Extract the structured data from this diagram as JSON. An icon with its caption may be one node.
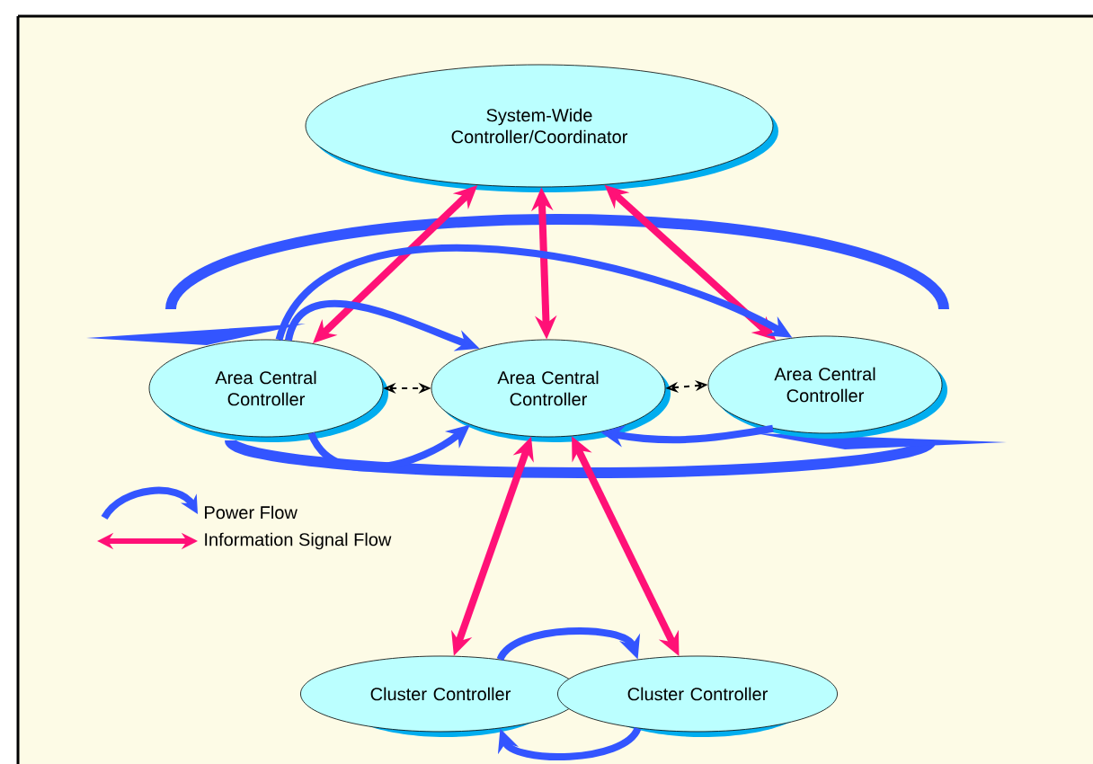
{
  "diagram": {
    "nodes": [
      {
        "text": [
          "System-Wide Controller/Coordinator"
        ]
      },
      {
        "text": [
          "Area Central Controller"
        ]
      },
      {
        "text": [
          "Area Central Controller"
        ]
      },
      {
        "text": [
          "Area Central Controller"
        ]
      },
      {
        "text": [
          "Cluster Controller"
        ]
      },
      {
        "text": [
          "Cluster Controller"
        ]
      }
    ],
    "edges": [
      {
        "from": 0,
        "to": 1,
        "arrow": "both",
        "color": "#ff1177"
      },
      {
        "from": 0,
        "to": 2,
        "arrow": "both",
        "color": "#ff1177"
      },
      {
        "from": 0,
        "to": 3,
        "arrow": "both",
        "color": "#ff1177"
      },
      {
        "from": 2,
        "to": 4,
        "arrow": "both",
        "color": "#ff1177"
      },
      {
        "from": 2,
        "to": 5,
        "arrow": "both",
        "color": "#ff1177"
      },
      {
        "from": 1,
        "to": 2,
        "arrow": "both",
        "style": "dashed",
        "color": "#000000"
      },
      {
        "from": 2,
        "to": 3,
        "arrow": "both",
        "style": "dashed",
        "color": "#000000"
      },
      {
        "from": 1,
        "to": 2,
        "arrow": "to",
        "color": "#3355ff"
      },
      {
        "from": 1,
        "to": 2,
        "arrow": "to",
        "color": "#3355ff"
      },
      {
        "from": 3,
        "to": 2,
        "arrow": "to",
        "color": "#3355ff"
      },
      {
        "from": 1,
        "to": 3,
        "arrow": "to",
        "color": "#3355ff"
      },
      {
        "from": 4,
        "to": 5,
        "arrow": "to",
        "color": "#3355ff"
      },
      {
        "from": 5,
        "to": 4,
        "arrow": "to",
        "color": "#3355ff"
      }
    ],
    "legend": [
      {
        "text": "Power Flow"
      },
      {
        "text": "Information Signal Flow"
      }
    ]
  }
}
